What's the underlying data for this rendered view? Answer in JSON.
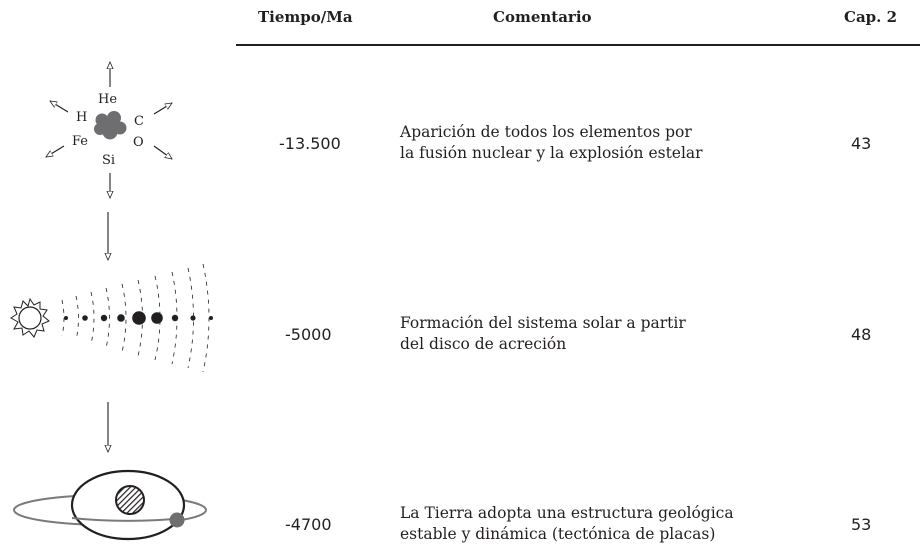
{
  "table": {
    "headers": {
      "time": "Tiempo/Ma",
      "comment": "Comentario",
      "chapter": "Cap. 2"
    },
    "rows": [
      {
        "time": "-13.500",
        "comment_line1": "Aparición de todos los elementos por",
        "comment_line2": "la fusión nuclear y la explosión estelar",
        "chapter": "43"
      },
      {
        "time": "-5000",
        "comment_line1": "Formación del sistema solar a partir",
        "comment_line2": "del disco de acreción",
        "chapter": "48"
      },
      {
        "time": "-4700",
        "comment_line1": "La Tierra adopta una estructura geológica",
        "comment_line2": "estable y dinámica (tectónica de placas)",
        "chapter": "53"
      }
    ]
  },
  "illustrations": {
    "elements": {
      "labels": [
        "He",
        "H",
        "C",
        "Fe",
        "O",
        "Si"
      ]
    }
  }
}
